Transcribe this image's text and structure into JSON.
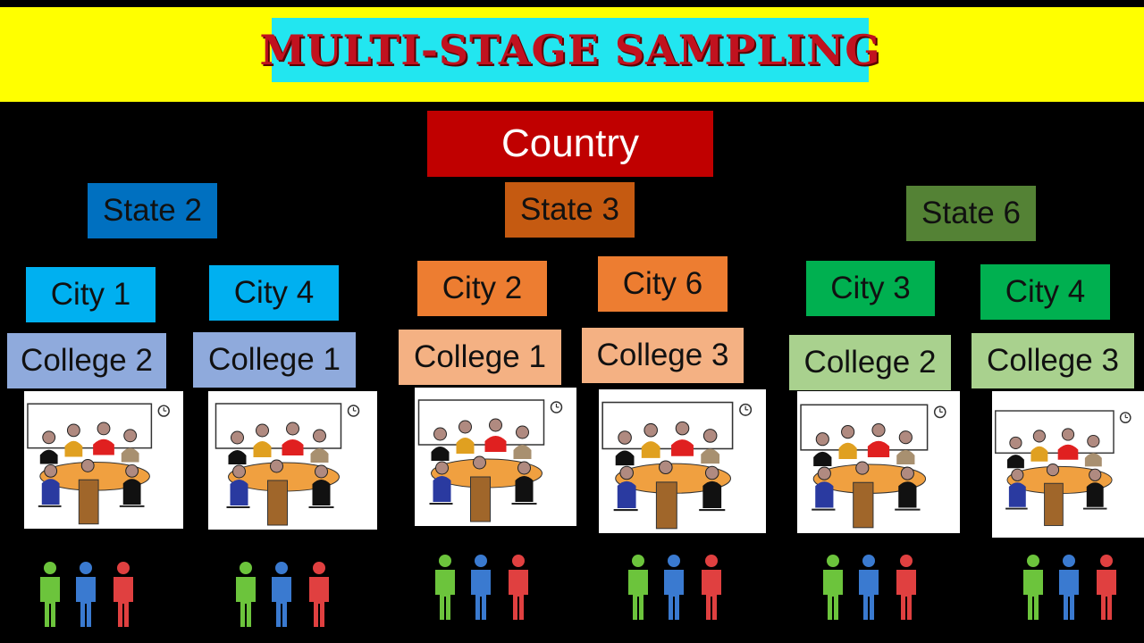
{
  "title": "MULTI-STAGE SAMPLING",
  "colors": {
    "header_bg": "#ffff00",
    "title_bg": "#22e6f0",
    "title_text": "#c1121f",
    "country": "#c00000",
    "state_blue": "#0070c0",
    "state_orange": "#c55a11",
    "state_green": "#548235",
    "city_blue": "#00b0f0",
    "city_orange": "#ed7d31",
    "city_green": "#00b050",
    "college_blue": "#8faadc",
    "college_orange": "#f4b183",
    "college_green": "#a9d18e"
  },
  "root": {
    "label": "Country"
  },
  "states": [
    {
      "label": "State 2"
    },
    {
      "label": "State 3"
    },
    {
      "label": "State 6"
    }
  ],
  "cities": [
    {
      "label": "City 1"
    },
    {
      "label": "City 4"
    },
    {
      "label": "City 2"
    },
    {
      "label": "City 6"
    },
    {
      "label": "City 3"
    },
    {
      "label": "City 4"
    }
  ],
  "colleges": [
    {
      "label": "College 2"
    },
    {
      "label": "College 1"
    },
    {
      "label": "College 1"
    },
    {
      "label": "College 3"
    },
    {
      "label": "College 2"
    },
    {
      "label": "College 3"
    }
  ],
  "icons": {
    "classroom": "classroom-icon",
    "students": "students-group-icon"
  }
}
